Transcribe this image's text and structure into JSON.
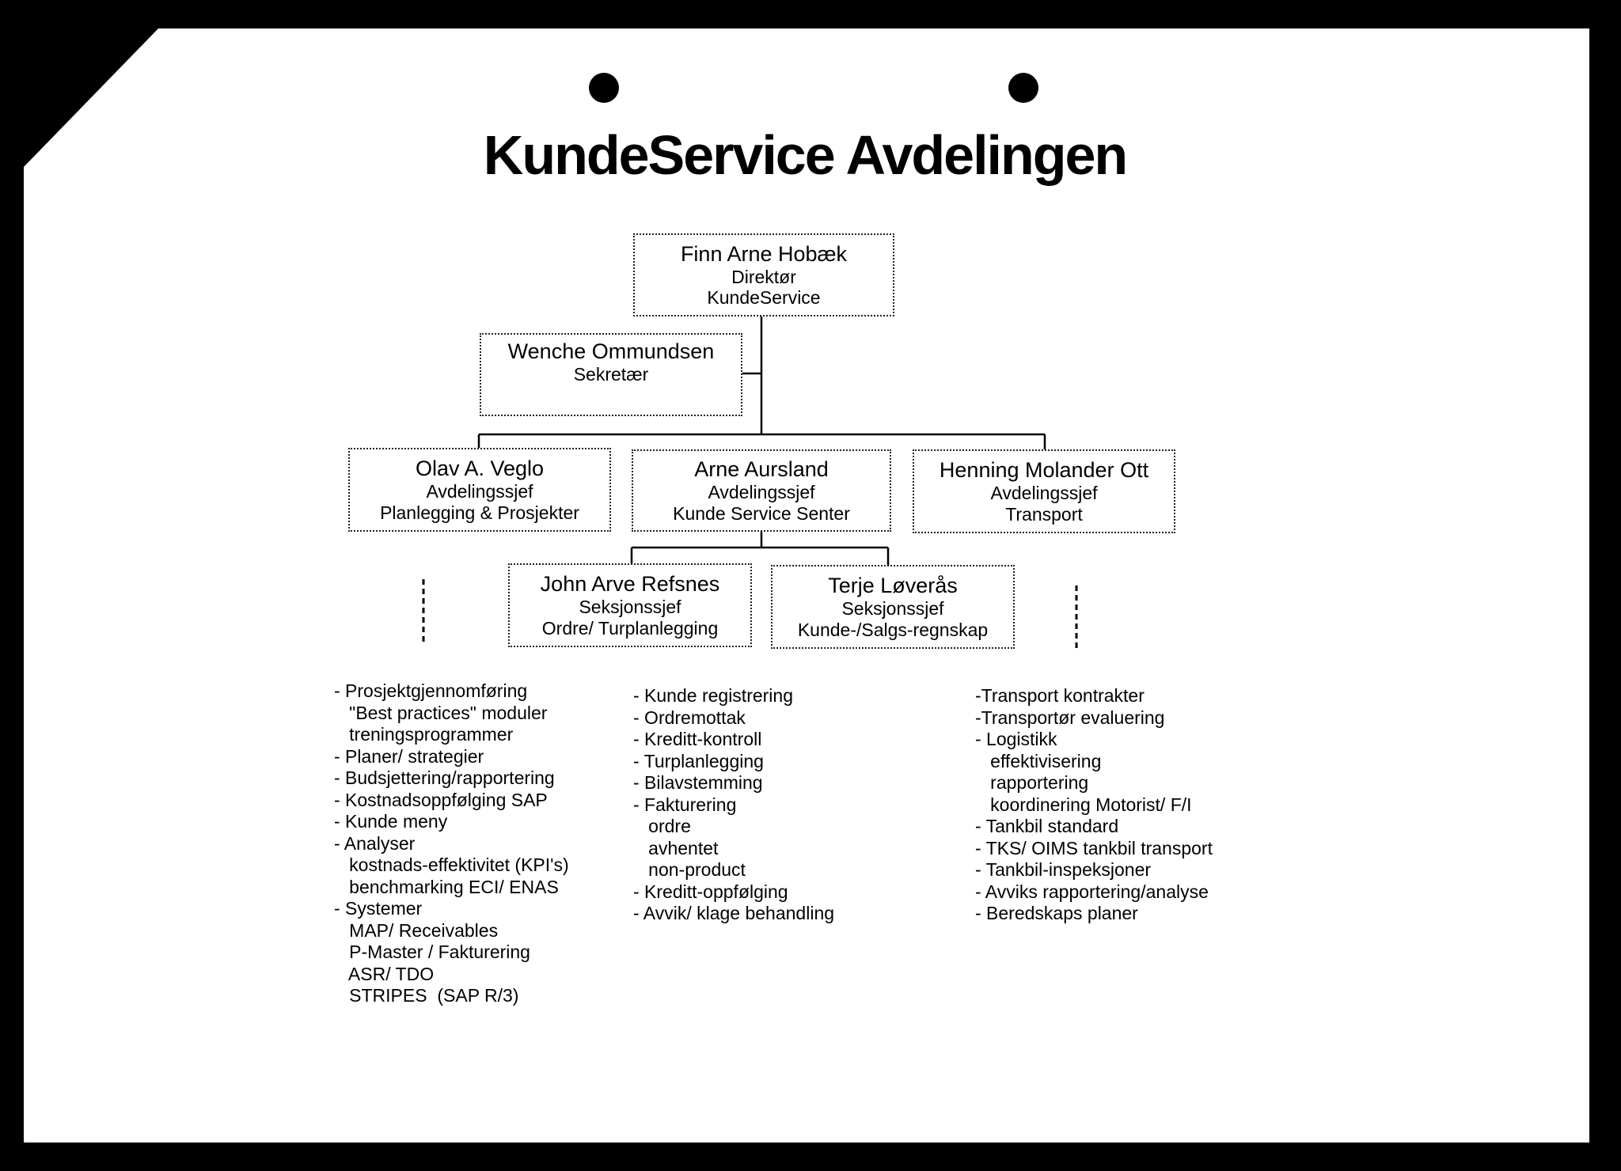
{
  "title": "KundeService Avdelingen",
  "org": {
    "director": {
      "name": "Finn Arne Hobæk",
      "role": "Direktør",
      "dept": "KundeService"
    },
    "secretary": {
      "name": "Wenche Ommundsen",
      "role": "Sekretær"
    },
    "heads": [
      {
        "name": "Olav A. Veglo",
        "role": "Avdelingssjef",
        "dept": "Planlegging & Prosjekter"
      },
      {
        "name": "Arne Aursland",
        "role": "Avdelingssjef",
        "dept": "Kunde Service Senter"
      },
      {
        "name": "Henning Molander Ott",
        "role": "Avdelingssjef",
        "dept": "Transport"
      }
    ],
    "sections": [
      {
        "name": "John Arve Refsnes",
        "role": "Seksjonssjef",
        "dept": "Ordre/ Turplanlegging"
      },
      {
        "name": "Terje Løverås",
        "role": "Seksjonssjef",
        "dept": "Kunde-/Salgs-regnskap"
      }
    ]
  },
  "tasks": {
    "left": [
      "- Prosjektgjennomføring",
      "   \"Best practices\" moduler",
      "   treningsprogrammer",
      "- Planer/ strategier",
      "- Budsjettering/rapportering",
      "- Kostnadsoppfølging SAP",
      "- Kunde meny",
      "- Analyser",
      "   kostnads-effektivitet (KPI's)",
      "   benchmarking ECI/ ENAS",
      "- Systemer",
      "   MAP/ Receivables",
      "   P-Master / Fakturering",
      "   ASR/ TDO",
      "   STRIPES  (SAP R/3)"
    ],
    "middle": [
      "- Kunde registrering",
      "- Ordremottak",
      "- Kreditt-kontroll",
      "- Turplanlegging",
      "- Bilavstemming",
      "- Fakturering",
      "   ordre",
      "   avhentet",
      "   non-product",
      "- Kreditt-oppfølging",
      "- Avvik/ klage behandling"
    ],
    "right": [
      "-Transport kontrakter",
      "-Transportør evaluering",
      "- Logistikk",
      "   effektivisering",
      "   rapportering",
      "   koordinering Motorist/ F/I",
      "- Tankbil standard",
      "- TKS/ OIMS tankbil transport",
      "- Tankbil-inspeksjoner",
      "- Avviks rapportering/analyse",
      "- Beredskaps planer"
    ]
  }
}
